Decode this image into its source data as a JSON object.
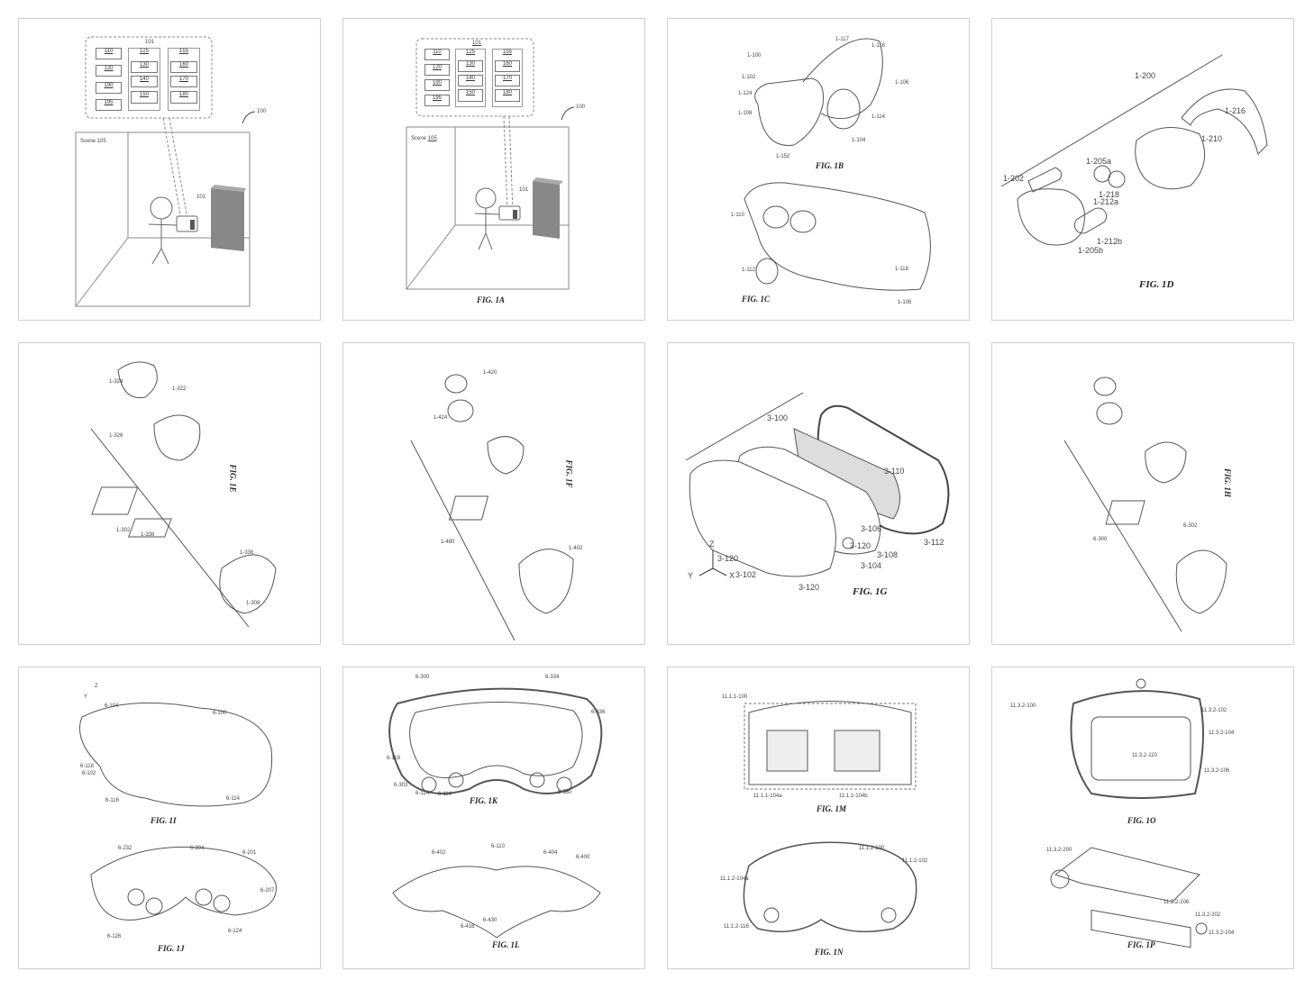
{
  "figures": [
    {
      "caption": "",
      "scene": "Scene 105",
      "ref_system": "101",
      "ref_device": "101",
      "ref_overall": "100",
      "modules": [
        "110",
        "120",
        "190",
        "195",
        "125",
        "130",
        "140",
        "150",
        "155",
        "160",
        "170",
        "180"
      ]
    },
    {
      "caption": "FIG. 1A",
      "scene": "Scene",
      "scene_ref": "105",
      "ref_system": "101",
      "ref_device": "101",
      "ref_overall": "100",
      "modules": [
        "110",
        "120",
        "190",
        "195",
        "125",
        "130",
        "140",
        "150",
        "155",
        "160",
        "170",
        "180"
      ]
    },
    {
      "caption": "FIG. 1B",
      "caption2": "FIG. 1C",
      "labels": [
        "1-100",
        "1-102",
        "1-124",
        "1-108",
        "1-152",
        "1-117",
        "1-116",
        "1-106",
        "1-114",
        "1-104",
        "1-110",
        "1-118",
        "1-112",
        "1-106"
      ]
    },
    {
      "caption": "FIG. 1D",
      "labels": [
        "1-200",
        "1-216",
        "1-210",
        "1-202",
        "1-205a",
        "1-212a",
        "1-218",
        "1-212b",
        "1-205b"
      ]
    },
    {
      "caption": "FIG. 1E",
      "labels": [
        "1-324",
        "1-322",
        "1-326",
        "1-336",
        "1-302",
        "1-338",
        "1-308"
      ]
    },
    {
      "caption": "FIG. 1F",
      "labels": [
        "1-420",
        "1-402",
        "1-480",
        "1-424"
      ]
    },
    {
      "caption": "FIG. 1G",
      "labels": [
        "3-100",
        "3-110",
        "3-112",
        "3-108",
        "3-106",
        "3-120",
        "3-104",
        "3-102",
        "3-120",
        "3-120",
        "Z",
        "Y",
        "X"
      ]
    },
    {
      "caption": "FIG. 1H",
      "labels": [
        "6-302",
        "6-300"
      ]
    },
    {
      "caption": "FIG. 1I",
      "caption2": "FIG. 1J",
      "labels": [
        "Z",
        "Y",
        "6-104",
        "6-100",
        "6-118",
        "6-102",
        "6-116",
        "6-114",
        "6-232",
        "6-204",
        "6-201",
        "6-207",
        "6-126",
        "6-124"
      ]
    },
    {
      "caption": "FIG. 1K",
      "caption2": "FIG. 1L",
      "labels": [
        "6-300",
        "6-334",
        "6-336",
        "6-118",
        "6-303",
        "6-124",
        "6-114",
        "6-330",
        "6-110",
        "6-402",
        "6-404",
        "6-400",
        "6-416",
        "6-430"
      ]
    },
    {
      "caption": "FIG. 1M",
      "caption2": "FIG. 1N",
      "labels": [
        "11.1.1-100",
        "11.1.1-104a",
        "11.1.1-104b",
        "11.1.2-100",
        "11.1.2-102",
        "11.1.2-104a",
        "11.1.2-116"
      ]
    },
    {
      "caption": "FIG. 1O",
      "caption2": "FIG. 1P",
      "labels": [
        "11.3.2-100",
        "11.3.2-102",
        "11.3.2-104",
        "11.3.2-106",
        "11.3.2-110",
        "11.3.2-200",
        "11.3.2-206",
        "11.3.2-202",
        "11.3.2-204"
      ]
    }
  ]
}
